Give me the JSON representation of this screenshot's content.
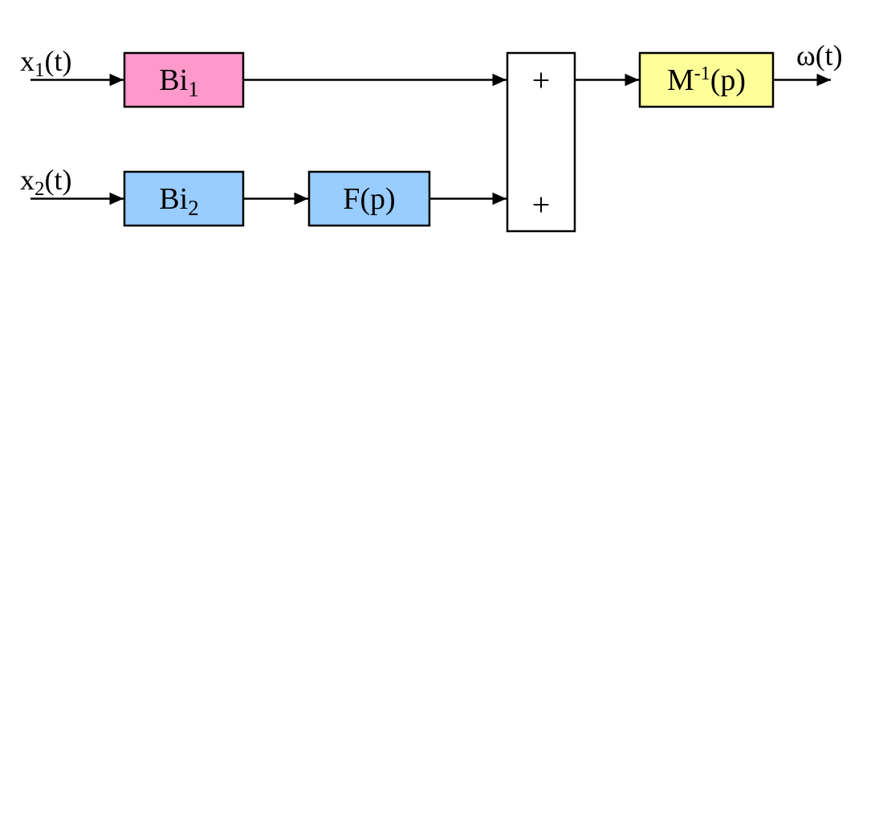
{
  "diagram": {
    "colors": {
      "background": "#FFFFFF",
      "line": "#000000",
      "pink": "#FF99CC",
      "blue": "#99CCFF",
      "yellow": "#FFFF99",
      "summator_fill": "#FFFFFF"
    },
    "input1": {
      "base": "x",
      "sub": "1",
      "suffix": "(t)"
    },
    "input2": {
      "base": "x",
      "sub": "2",
      "suffix": "(t)"
    },
    "blocks": {
      "bi1": {
        "base": "Bi",
        "sub": "1",
        "fill": "#FF99CC"
      },
      "bi2": {
        "base": "Bi",
        "sub": "2",
        "fill": "#99CCFF"
      },
      "fp": {
        "label": "F(p)",
        "fill": "#99CCFF"
      },
      "summator": {
        "plus_top": "+",
        "plus_bottom": "+",
        "fill": "#FFFFFF"
      },
      "m_inv": {
        "base": "M",
        "sup": "-1",
        "suffix": "(p)",
        "fill": "#FFFF99"
      }
    },
    "output": {
      "label": "ω(t)"
    }
  }
}
